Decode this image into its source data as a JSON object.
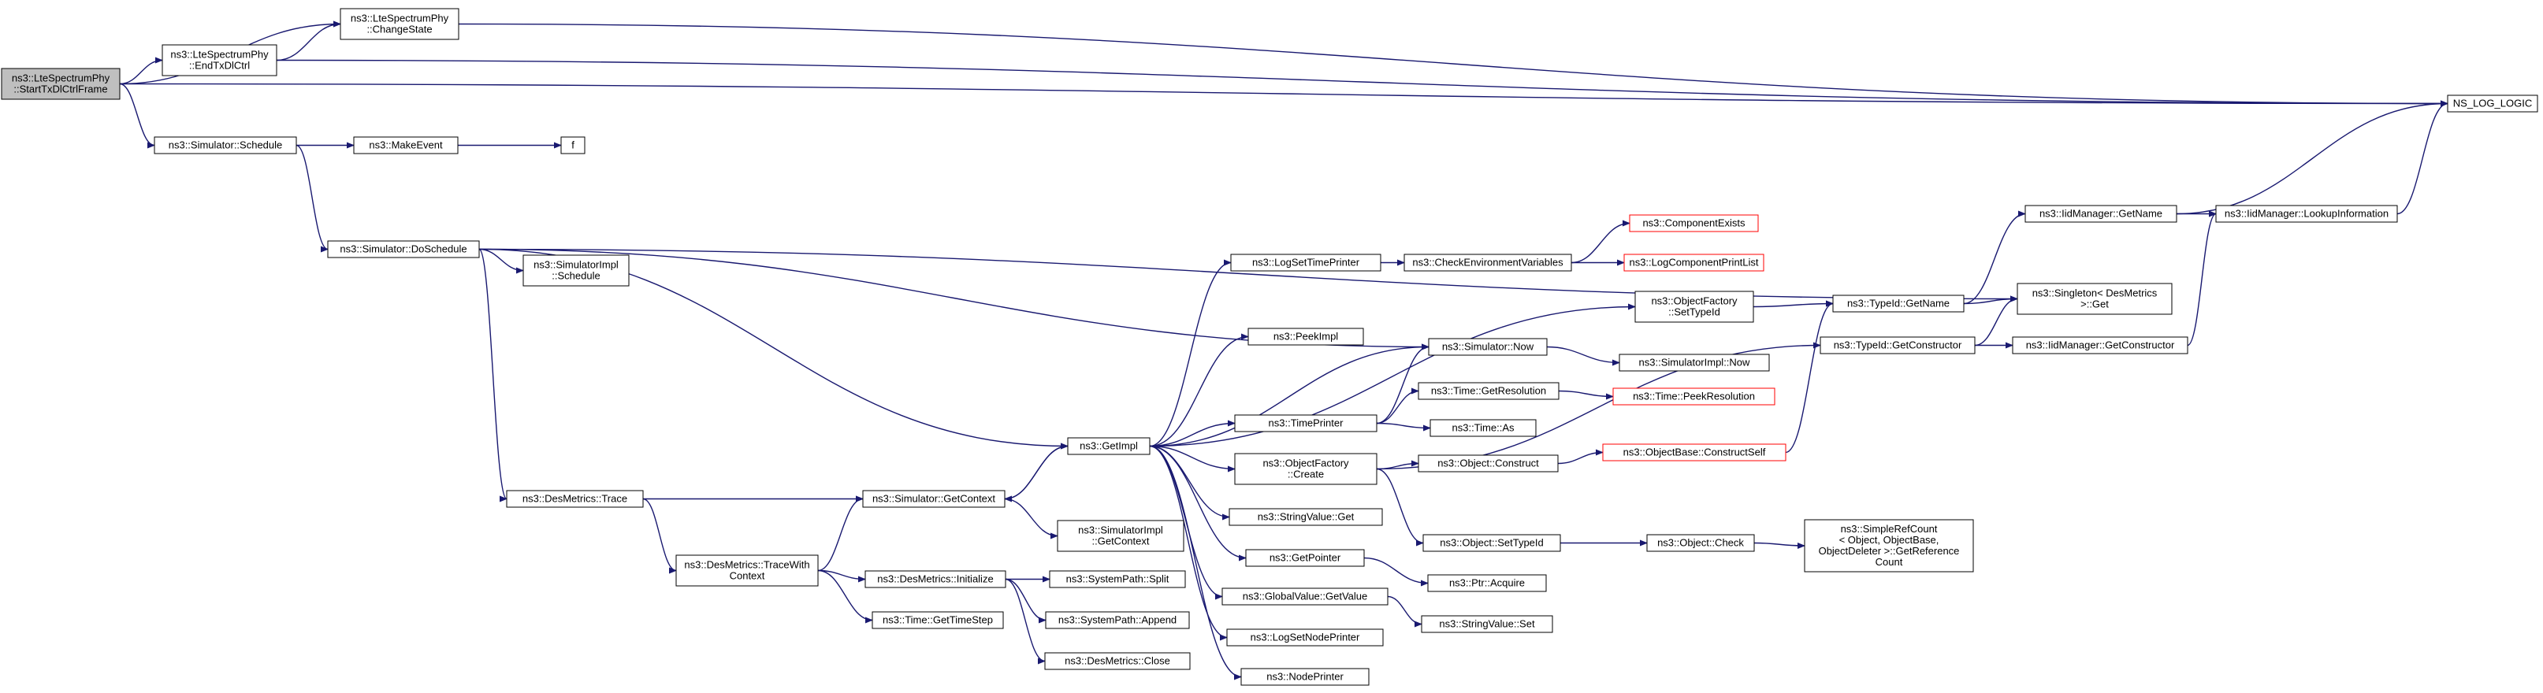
{
  "colors": {
    "edge": "#191970",
    "node_border": "#000000",
    "node_incomplete_border": "#ff0000",
    "root_fill": "#bfbfbf",
    "background": "#ffffff"
  },
  "nodes": [
    {
      "id": "n0",
      "lines": [
        "ns3::LteSpectrumPhy",
        "::StartTxDlCtrlFrame"
      ],
      "style": "root"
    },
    {
      "id": "n1",
      "lines": [
        "ns3::LteSpectrumPhy",
        "::ChangeState"
      ]
    },
    {
      "id": "n2",
      "lines": [
        "ns3::LteSpectrumPhy",
        "::EndTxDlCtrl"
      ]
    },
    {
      "id": "n3",
      "lines": [
        "NS_LOG_LOGIC"
      ]
    },
    {
      "id": "n4",
      "lines": [
        "ns3::Simulator::Schedule"
      ]
    },
    {
      "id": "n5",
      "lines": [
        "ns3::MakeEvent"
      ]
    },
    {
      "id": "n6",
      "lines": [
        "f"
      ]
    },
    {
      "id": "n7",
      "lines": [
        "ns3::Simulator::DoSchedule"
      ]
    },
    {
      "id": "n8",
      "lines": [
        "ns3::SimulatorImpl",
        "::Schedule"
      ]
    },
    {
      "id": "n9",
      "lines": [
        "ns3::DesMetrics::Trace"
      ]
    },
    {
      "id": "n10",
      "lines": [
        "ns3::DesMetrics::TraceWith",
        "Context"
      ]
    },
    {
      "id": "n11",
      "lines": [
        "ns3::Simulator::GetContext"
      ]
    },
    {
      "id": "n12",
      "lines": [
        "ns3::SimulatorImpl",
        "::GetContext"
      ]
    },
    {
      "id": "n13",
      "lines": [
        "ns3::DesMetrics::Initialize"
      ]
    },
    {
      "id": "n14",
      "lines": [
        "ns3::Time::GetTimeStep"
      ]
    },
    {
      "id": "n15",
      "lines": [
        "ns3::SystemPath::Split"
      ]
    },
    {
      "id": "n16",
      "lines": [
        "ns3::SystemPath::Append"
      ]
    },
    {
      "id": "n17",
      "lines": [
        "ns3::DesMetrics::Close"
      ]
    },
    {
      "id": "n18",
      "lines": [
        "ns3::GetImpl"
      ]
    },
    {
      "id": "n19",
      "lines": [
        "ns3::LogSetTimePrinter"
      ]
    },
    {
      "id": "n20",
      "lines": [
        "ns3::PeekImpl"
      ]
    },
    {
      "id": "n21",
      "lines": [
        "ns3::TimePrinter"
      ]
    },
    {
      "id": "n22",
      "lines": [
        "ns3::ObjectFactory",
        "::Create"
      ]
    },
    {
      "id": "n23",
      "lines": [
        "ns3::StringValue::Get"
      ]
    },
    {
      "id": "n24",
      "lines": [
        "ns3::GetPointer"
      ]
    },
    {
      "id": "n25",
      "lines": [
        "ns3::GlobalValue::GetValue"
      ]
    },
    {
      "id": "n26",
      "lines": [
        "ns3::LogSetNodePrinter"
      ]
    },
    {
      "id": "n27",
      "lines": [
        "ns3::NodePrinter"
      ]
    },
    {
      "id": "n28",
      "lines": [
        "ns3::CheckEnvironmentVariables"
      ]
    },
    {
      "id": "n29",
      "lines": [
        "ns3::ComponentExists"
      ],
      "style": "red"
    },
    {
      "id": "n30",
      "lines": [
        "ns3::LogComponentPrintList"
      ],
      "style": "red"
    },
    {
      "id": "n31",
      "lines": [
        "ns3::ObjectFactory",
        "::SetTypeId"
      ]
    },
    {
      "id": "n32",
      "lines": [
        "ns3::Simulator::Now"
      ]
    },
    {
      "id": "n33",
      "lines": [
        "ns3::SimulatorImpl::Now"
      ]
    },
    {
      "id": "n34",
      "lines": [
        "ns3::Time::GetResolution"
      ]
    },
    {
      "id": "n35",
      "lines": [
        "ns3::Time::PeekResolution"
      ],
      "style": "red"
    },
    {
      "id": "n36",
      "lines": [
        "ns3::Time::As"
      ]
    },
    {
      "id": "n37",
      "lines": [
        "ns3::Object::Construct"
      ]
    },
    {
      "id": "n38",
      "lines": [
        "ns3::ObjectBase::ConstructSelf"
      ],
      "style": "red"
    },
    {
      "id": "n39",
      "lines": [
        "ns3::Object::SetTypeId"
      ]
    },
    {
      "id": "n40",
      "lines": [
        "ns3::Object::Check"
      ]
    },
    {
      "id": "n41",
      "lines": [
        "ns3::SimpleRefCount",
        "< Object, ObjectBase,",
        "ObjectDeleter >::GetReference",
        "Count"
      ]
    },
    {
      "id": "n42",
      "lines": [
        "ns3::Ptr::Acquire"
      ]
    },
    {
      "id": "n43",
      "lines": [
        "ns3::StringValue::Set"
      ]
    },
    {
      "id": "n44",
      "lines": [
        "ns3::TypeId::GetName"
      ]
    },
    {
      "id": "n45",
      "lines": [
        "ns3::TypeId::GetConstructor"
      ]
    },
    {
      "id": "n46",
      "lines": [
        "ns3::Singleton< DesMetrics",
        ">::Get"
      ]
    },
    {
      "id": "n47",
      "lines": [
        "ns3::IidManager::GetName"
      ]
    },
    {
      "id": "n48",
      "lines": [
        "ns3::IidManager::LookupInformation"
      ]
    },
    {
      "id": "n49",
      "lines": [
        "ns3::IidManager::GetConstructor"
      ]
    }
  ],
  "edges": [
    [
      "n0",
      "n1"
    ],
    [
      "n0",
      "n2"
    ],
    [
      "n0",
      "n3"
    ],
    [
      "n0",
      "n4"
    ],
    [
      "n2",
      "n1"
    ],
    [
      "n2",
      "n3"
    ],
    [
      "n1",
      "n3"
    ],
    [
      "n4",
      "n5"
    ],
    [
      "n4",
      "n7"
    ],
    [
      "n5",
      "n6"
    ],
    [
      "n7",
      "n8"
    ],
    [
      "n7",
      "n9"
    ],
    [
      "n7",
      "n18"
    ],
    [
      "n7",
      "n32"
    ],
    [
      "n7",
      "n46"
    ],
    [
      "n9",
      "n10"
    ],
    [
      "n9",
      "n11"
    ],
    [
      "n10",
      "n11"
    ],
    [
      "n10",
      "n13"
    ],
    [
      "n10",
      "n14"
    ],
    [
      "n11",
      "n12"
    ],
    [
      "n11",
      "n18"
    ],
    [
      "n13",
      "n15"
    ],
    [
      "n13",
      "n16"
    ],
    [
      "n13",
      "n17"
    ],
    [
      "n18",
      "n11"
    ],
    [
      "n18",
      "n19"
    ],
    [
      "n18",
      "n20"
    ],
    [
      "n18",
      "n21"
    ],
    [
      "n18",
      "n22"
    ],
    [
      "n18",
      "n23"
    ],
    [
      "n18",
      "n24"
    ],
    [
      "n18",
      "n25"
    ],
    [
      "n18",
      "n26"
    ],
    [
      "n18",
      "n27"
    ],
    [
      "n18",
      "n31"
    ],
    [
      "n18",
      "n32"
    ],
    [
      "n19",
      "n28"
    ],
    [
      "n28",
      "n29"
    ],
    [
      "n28",
      "n30"
    ],
    [
      "n21",
      "n32"
    ],
    [
      "n21",
      "n34"
    ],
    [
      "n21",
      "n36"
    ],
    [
      "n32",
      "n33"
    ],
    [
      "n34",
      "n35"
    ],
    [
      "n22",
      "n37"
    ],
    [
      "n22",
      "n39"
    ],
    [
      "n22",
      "n45"
    ],
    [
      "n37",
      "n38"
    ],
    [
      "n38",
      "n44"
    ],
    [
      "n39",
      "n40"
    ],
    [
      "n40",
      "n41"
    ],
    [
      "n24",
      "n42"
    ],
    [
      "n25",
      "n43"
    ],
    [
      "n31",
      "n44"
    ],
    [
      "n44",
      "n47"
    ],
    [
      "n44",
      "n46"
    ],
    [
      "n45",
      "n49"
    ],
    [
      "n45",
      "n46"
    ],
    [
      "n47",
      "n48"
    ],
    [
      "n47",
      "n3"
    ],
    [
      "n48",
      "n3"
    ],
    [
      "n49",
      "n48"
    ]
  ]
}
